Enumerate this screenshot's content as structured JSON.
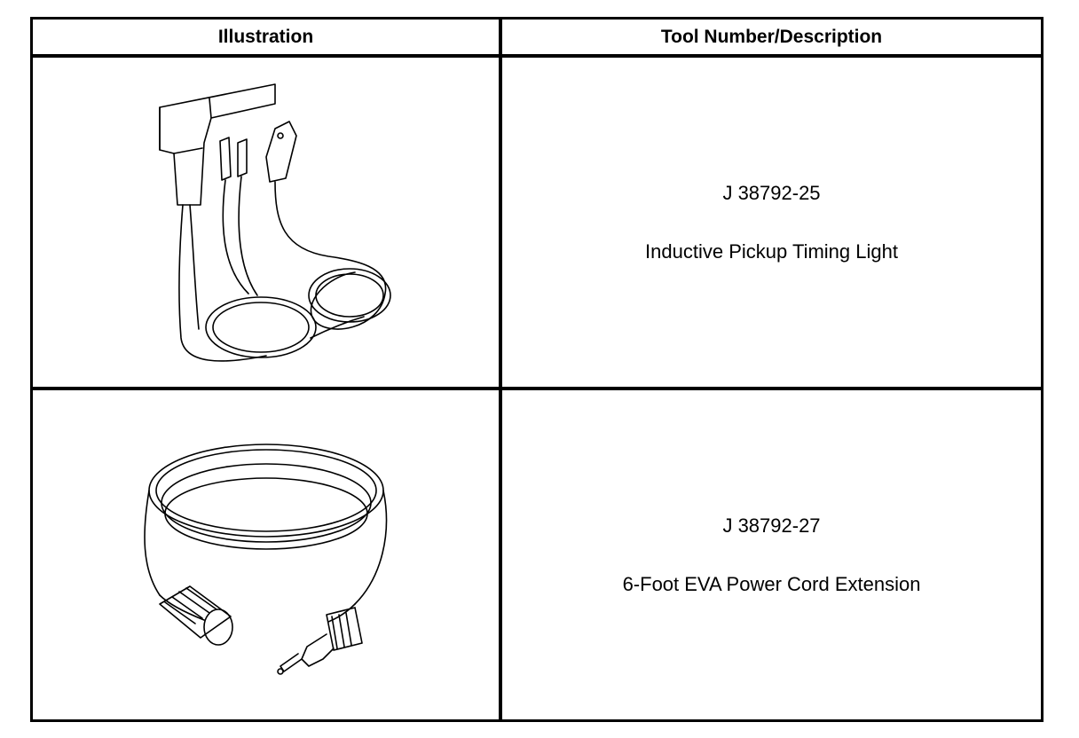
{
  "table": {
    "headers": {
      "illustration": "Illustration",
      "tool": "Tool Number/Description"
    },
    "rows": [
      {
        "tool_number": "J 38792-25",
        "description": "Inductive Pickup Timing Light",
        "illustration_icon": "timing-light-icon"
      },
      {
        "tool_number": "J 38792-27",
        "description": "6-Foot EVA Power Cord Extension",
        "illustration_icon": "power-cord-icon"
      }
    ]
  }
}
